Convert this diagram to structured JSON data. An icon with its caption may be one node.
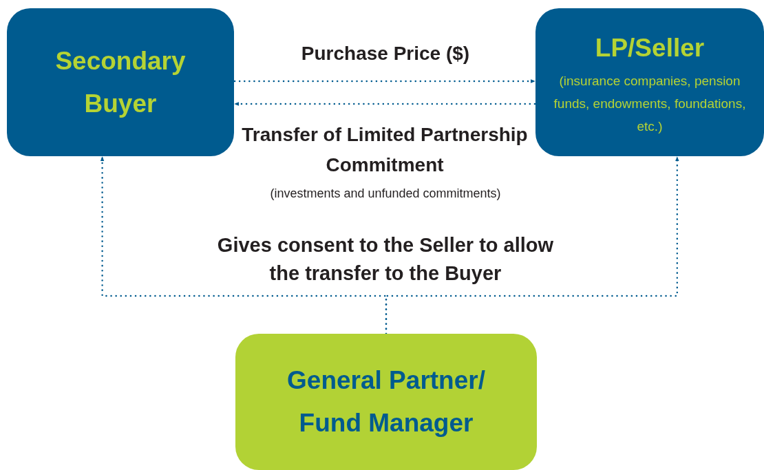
{
  "diagram": {
    "nodes": [
      {
        "text": [
          "Secondary Buyer"
        ]
      },
      {
        "text": [
          "LP/Seller",
          "(insurance companies, pension funds, endowments, foundations, etc.)"
        ]
      },
      {
        "text": [
          "General Partner/ Fund Manager"
        ]
      }
    ],
    "edges": [
      {
        "from": 0,
        "to": 1,
        "arrow": "to",
        "label": "Purchase Price ($)",
        "style": "dashed"
      },
      {
        "from": 1,
        "to": 0,
        "arrow": "to",
        "label": "Transfer of Limited Partnership Commitment",
        "style": "dashed"
      },
      {
        "from": 2,
        "to": 0,
        "arrow": "to",
        "style": "dashed"
      },
      {
        "from": 2,
        "to": 1,
        "arrow": "to",
        "style": "dashed"
      }
    ],
    "labels": [
      "(investments and unfunded commitments)",
      "Gives consent to the Seller to allow the transfer to the Buyer"
    ]
  }
}
